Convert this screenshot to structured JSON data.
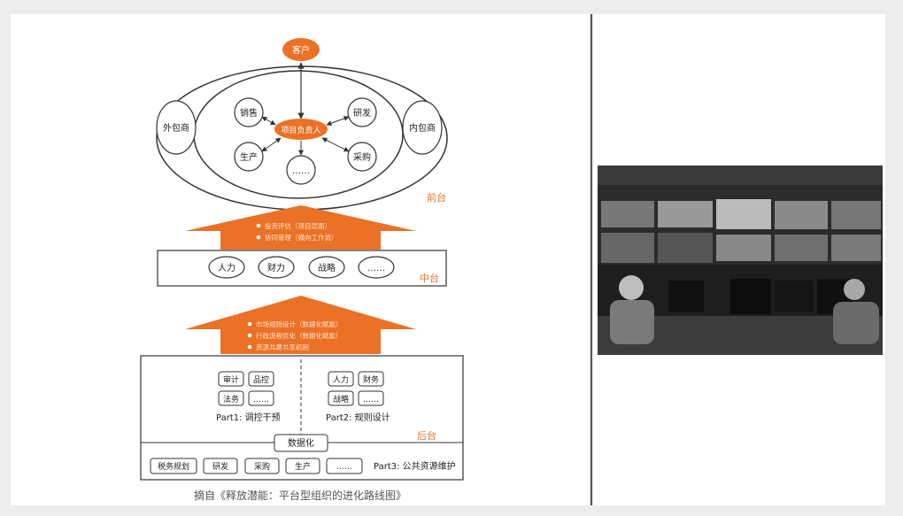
{
  "diagram": {
    "top": {
      "customer": "客户",
      "center": "项目负责人",
      "nodes": [
        "销售",
        "研发",
        "生产",
        "采购",
        "……"
      ],
      "outsource_left": "外包商",
      "outsource_right": "内包商",
      "label": "前台"
    },
    "arrow1": {
      "bullets": [
        "投资评估（项目层面）",
        "协同管理（横向工作流）"
      ]
    },
    "middle": {
      "items": [
        "人力",
        "财力",
        "战略",
        "……"
      ],
      "label": "中台"
    },
    "arrow2": {
      "bullets": [
        "市场规则设计（数据化赋能）",
        "行政流程优化（数据化赋能）",
        "资源共建共享机制"
      ]
    },
    "bottom": {
      "part1_items": [
        "审计",
        "品控",
        "法务",
        "……"
      ],
      "part1_label": "Part1: 调控干预",
      "part2_items": [
        "人力",
        "财务",
        "战略",
        "……"
      ],
      "part2_label": "Part2: 规则设计",
      "data_box": "数据化",
      "label": "后台",
      "part3_items": [
        "税务规划",
        "研发",
        "采购",
        "生产",
        "……"
      ],
      "part3_label": "Part3: 公共资源维护"
    },
    "caption": "摘自《释放潜能：平台型组织的进化路线图》",
    "accent": "#ea7125"
  },
  "photo": {
    "description_icon": "control-room-photo"
  }
}
